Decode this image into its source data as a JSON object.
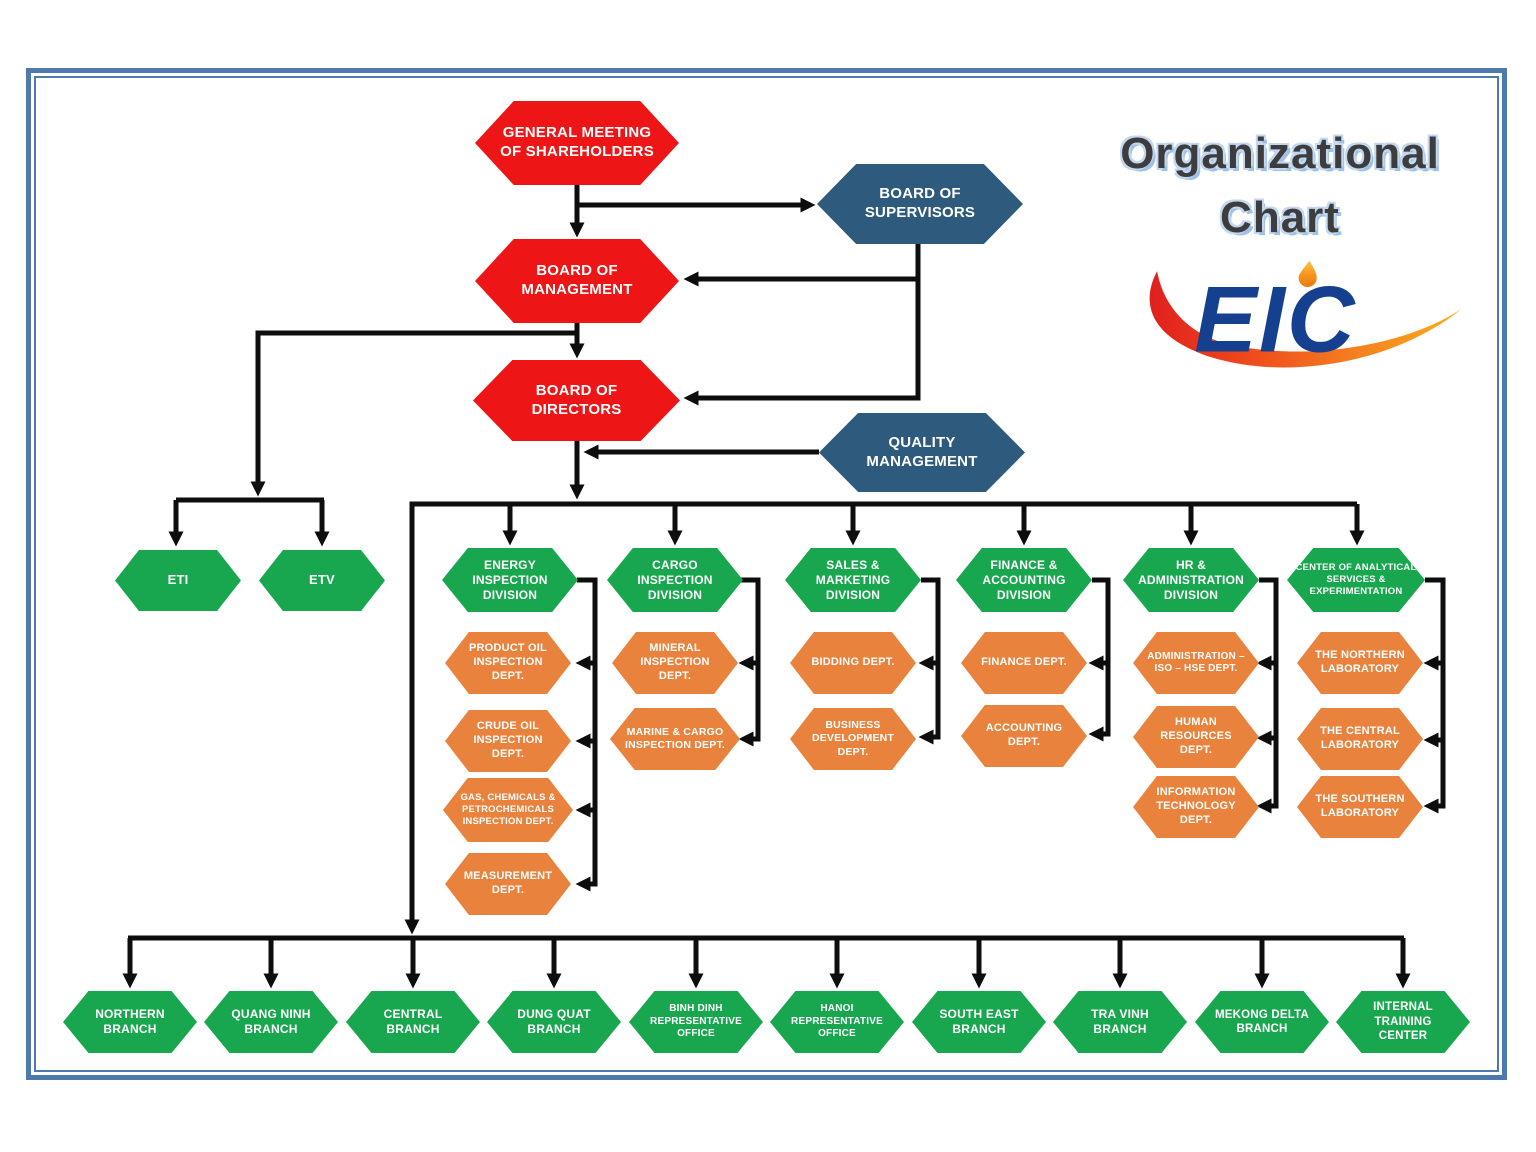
{
  "title": {
    "line1": "Organizational",
    "line2": "Chart"
  },
  "logo": {
    "text": "EIC",
    "flame_icon": "oil-drop-flame",
    "swoosh_icon": "orange-red-swoosh"
  },
  "colors": {
    "governance_red": "#ed1515",
    "supervision_blue": "#2e5a7d",
    "division_green": "#18a74f",
    "department_orange": "#e8823c",
    "frame_blue": "#4d79ac",
    "connector_black": "#0d0d0d",
    "logo_blue": "#153f8f"
  },
  "nodes": {
    "general": "GENERAL MEETING OF SHAREHOLDERS",
    "supervisors": "BOARD OF SUPERVISORS",
    "management": "BOARD OF MANAGEMENT",
    "directors": "BOARD OF DIRECTORS",
    "quality": "QUALITY MANAGEMENT",
    "eti": "ETI",
    "etv": "ETV",
    "div_energy": "ENERGY INSPECTION DIVISION",
    "div_cargo": "CARGO INSPECTION DIVISION",
    "div_sales": "SALES & MARKETING DIVISION",
    "div_finance": "FINANCE & ACCOUNTING DIVISION",
    "div_hr": "HR & ADMINISTRATION DIVISION",
    "div_center": "CENTER OF ANALYTICAL SERVICES & EXPERIMENTATION",
    "d_product": "PRODUCT OIL INSPECTION DEPT.",
    "d_crude": "CRUDE OIL INSPECTION DEPT.",
    "d_gas": "GAS, CHEMICALS & PETROCHEMICALS INSPECTION DEPT.",
    "d_measure": "MEASUREMENT DEPT.",
    "d_mineral": "MINERAL INSPECTION DEPT.",
    "d_marine": "MARINE & CARGO INSPECTION DEPT.",
    "d_bidding": "BIDDING DEPT.",
    "d_busdev": "BUSINESS DEVELOPMENT DEPT.",
    "d_finance": "FINANCE DEPT.",
    "d_accounting": "ACCOUNTING DEPT.",
    "d_admin": "ADMINISTRATION – ISO – HSE DEPT.",
    "d_hr": "HUMAN RESOURCES DEPT.",
    "d_it": "INFORMATION TECHNOLOGY DEPT.",
    "lab_north": "THE NORTHERN LABORATORY",
    "lab_central": "THE CENTRAL LABORATORY",
    "lab_south": "THE SOUTHERN LABORATORY",
    "b1": "NORTHERN BRANCH",
    "b2": "QUANG NINH BRANCH",
    "b3": "CENTRAL BRANCH",
    "b4": "DUNG QUAT BRANCH",
    "b5": "BINH DINH REPRESENTATIVE OFFICE",
    "b6": "HANOI REPRESENTATIVE OFFICE",
    "b7": "SOUTH EAST BRANCH",
    "b8": "TRA VINH BRANCH",
    "b9": "MEKONG DELTA BRANCH",
    "b10": "INTERNAL TRAINING CENTER"
  }
}
